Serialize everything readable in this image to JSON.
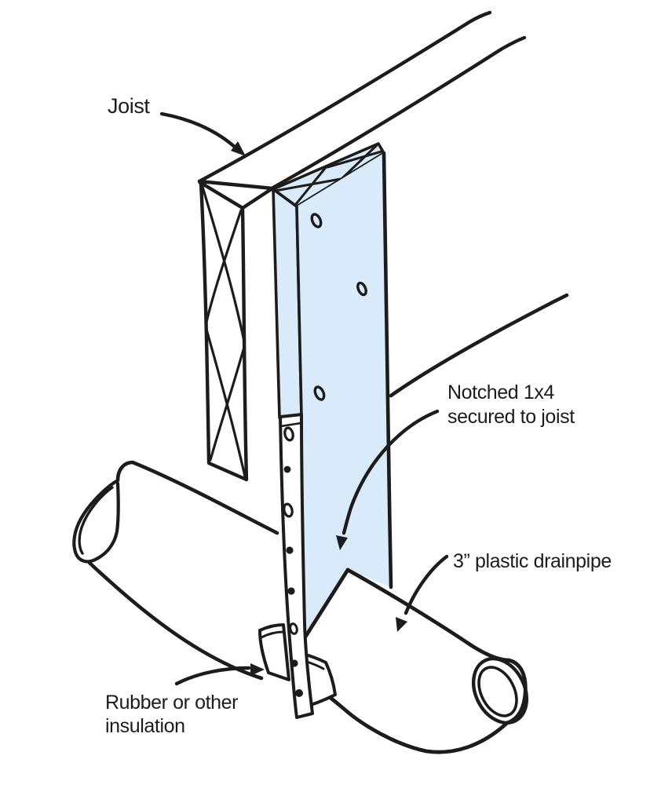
{
  "figure": {
    "description": "Hand-drawn construction detail: a notched 1x4 board secured to a joist supporting a 3-inch plastic drainpipe with a perforated metal strap and rubber insulation"
  },
  "labels": {
    "joist": "Joist",
    "notched_line1": "Notched 1x4",
    "notched_line2": "secured to joist",
    "drainpipe": "3” plastic drainpipe",
    "rubber_line1": "Rubber or other",
    "rubber_line2": "insulation"
  },
  "colors": {
    "ink": "#1c1c1c",
    "board_fill": "#d9ebfa",
    "background": "#ffffff"
  }
}
